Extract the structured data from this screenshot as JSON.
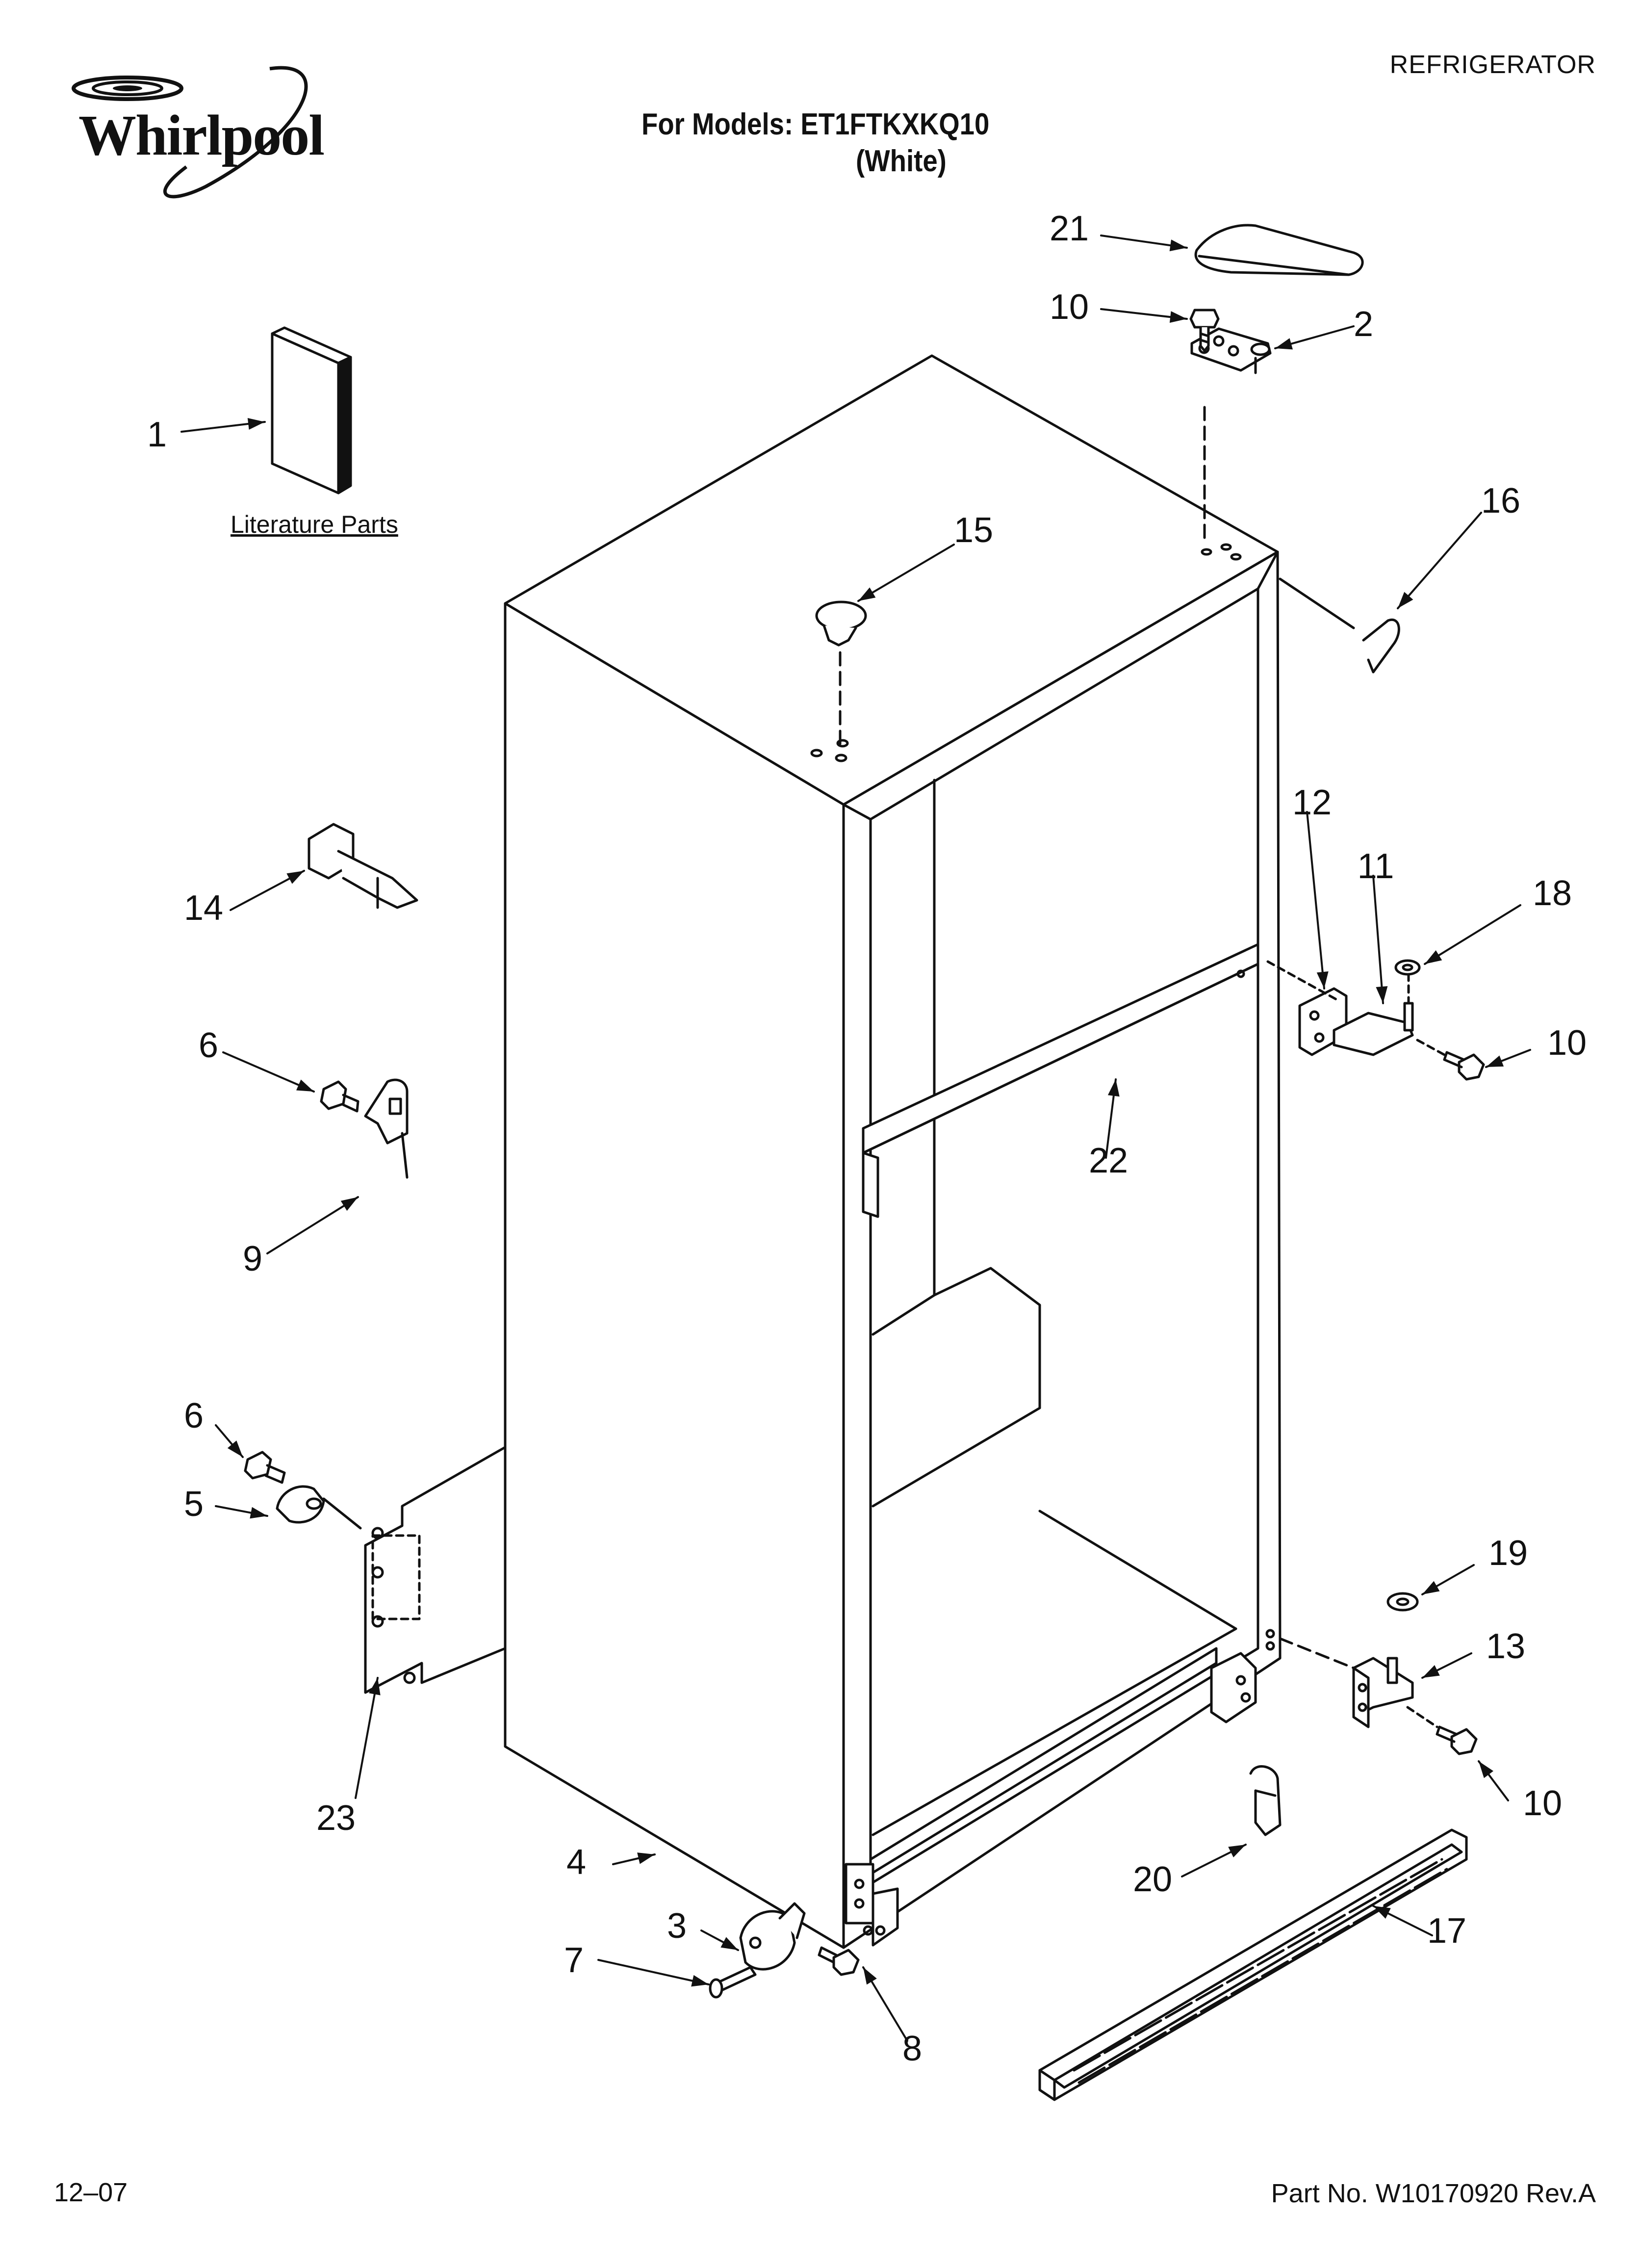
{
  "header": {
    "brand": "Whirlpool",
    "category": "REFRIGERATOR",
    "models_line": "For Models: ET1FTKXKQ10",
    "color_line": "(White)"
  },
  "literature_label": "Literature Parts",
  "callouts": [
    {
      "id": "c1",
      "text": "1"
    },
    {
      "id": "c2",
      "text": "2"
    },
    {
      "id": "c3",
      "text": "3"
    },
    {
      "id": "c4",
      "text": "4"
    },
    {
      "id": "c5",
      "text": "5"
    },
    {
      "id": "c6a",
      "text": "6"
    },
    {
      "id": "c6b",
      "text": "6"
    },
    {
      "id": "c7",
      "text": "7"
    },
    {
      "id": "c8",
      "text": "8"
    },
    {
      "id": "c9",
      "text": "9"
    },
    {
      "id": "c10a",
      "text": "10"
    },
    {
      "id": "c10b",
      "text": "10"
    },
    {
      "id": "c10c",
      "text": "10"
    },
    {
      "id": "c11",
      "text": "11"
    },
    {
      "id": "c12",
      "text": "12"
    },
    {
      "id": "c13",
      "text": "13"
    },
    {
      "id": "c14",
      "text": "14"
    },
    {
      "id": "c15",
      "text": "15"
    },
    {
      "id": "c16",
      "text": "16"
    },
    {
      "id": "c17",
      "text": "17"
    },
    {
      "id": "c18",
      "text": "18"
    },
    {
      "id": "c19",
      "text": "19"
    },
    {
      "id": "c20",
      "text": "20"
    },
    {
      "id": "c21",
      "text": "21"
    },
    {
      "id": "c22",
      "text": "22"
    },
    {
      "id": "c23",
      "text": "23"
    }
  ],
  "footer": {
    "date": "12–07",
    "part_number": "Part No. W10170920 Rev.A"
  },
  "colors": {
    "ink": "#111111",
    "background": "#ffffff"
  }
}
